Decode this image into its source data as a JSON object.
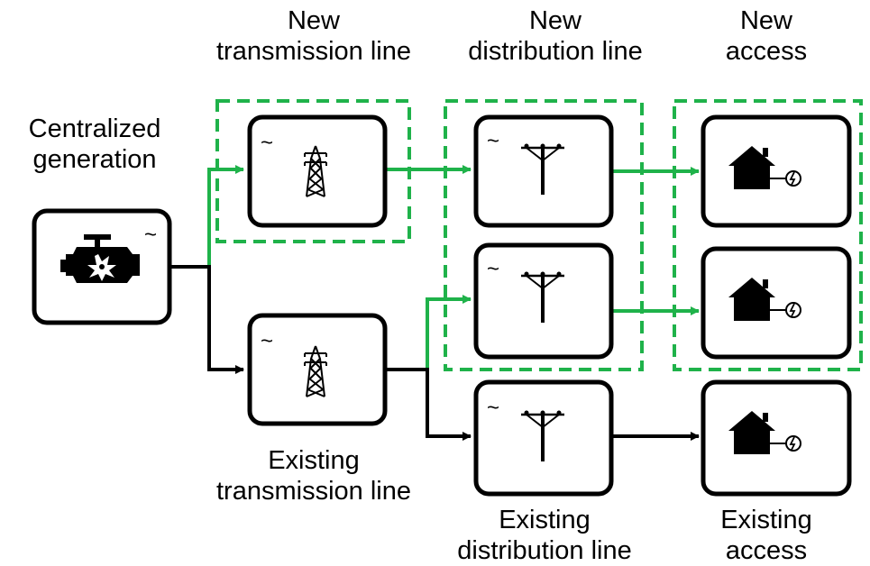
{
  "labels": {
    "centralized_generation": [
      "Centralized",
      "generation"
    ],
    "new_transmission": [
      "New",
      "transmission line"
    ],
    "new_distribution": [
      "New",
      "distribution line"
    ],
    "new_access": [
      "New",
      "access"
    ],
    "existing_transmission": [
      "Existing",
      "transmission line"
    ],
    "existing_distribution": [
      "Existing",
      "distribution line"
    ],
    "existing_access": [
      "Existing",
      "access"
    ]
  },
  "ac_symbol": "~",
  "colors": {
    "new": "#1fb24a",
    "existing": "#000000",
    "box_border": "#000000"
  },
  "icons": {
    "generator": "engine-icon",
    "transmission": "transmission-tower-icon",
    "distribution": "utility-pole-icon",
    "access": "house-with-meter-icon"
  }
}
